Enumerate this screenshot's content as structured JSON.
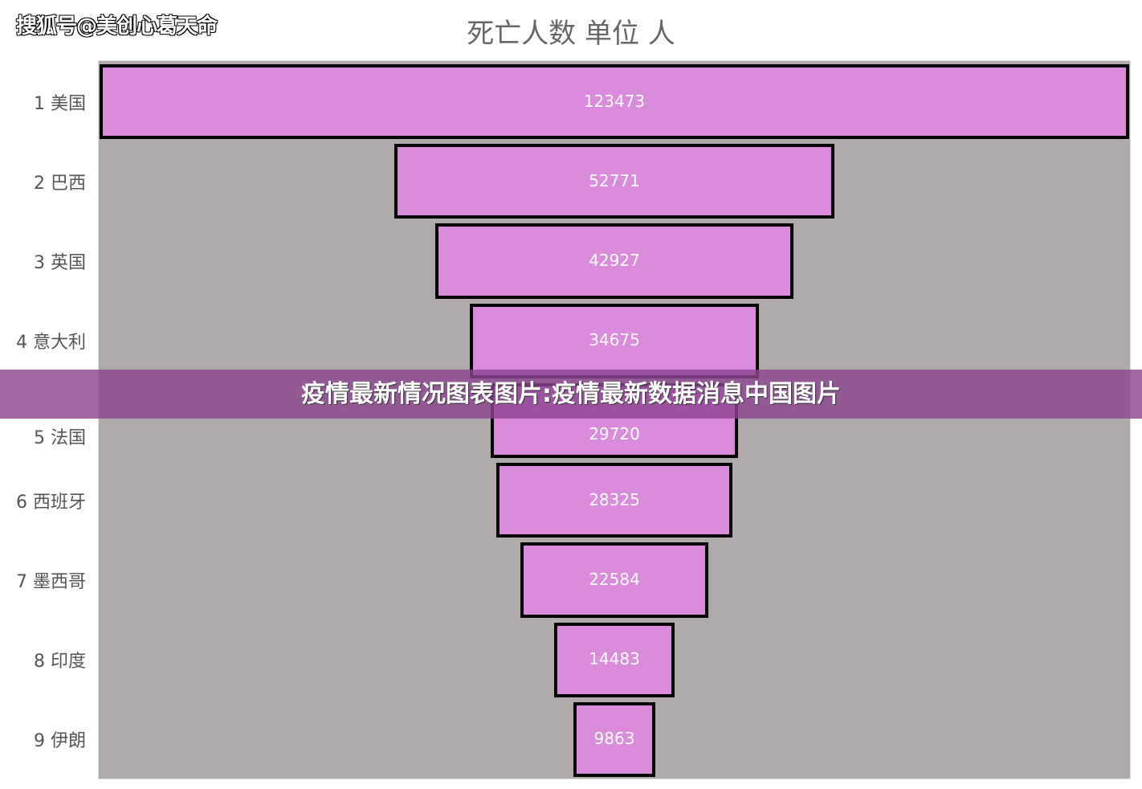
{
  "watermark": "搜狐号@美创心葛天命",
  "banner": "疫情最新情况图表图片:疫情最新数据消息中国图片",
  "chart_data": {
    "type": "bar",
    "subtype": "funnel",
    "title": "死亡人数 单位 人",
    "categories": [
      "1 美国",
      "2 巴西",
      "3 英国",
      "4 意大利",
      "5 法国",
      "6 西班牙",
      "7 墨西哥",
      "8 印度",
      "9 伊朗"
    ],
    "values": [
      123473,
      52771,
      42927,
      34675,
      29720,
      28325,
      22584,
      14483,
      9863
    ],
    "colors": {
      "bar": "#da8bdb",
      "border": "#000000",
      "plot_bg": "#b0abaa"
    }
  }
}
